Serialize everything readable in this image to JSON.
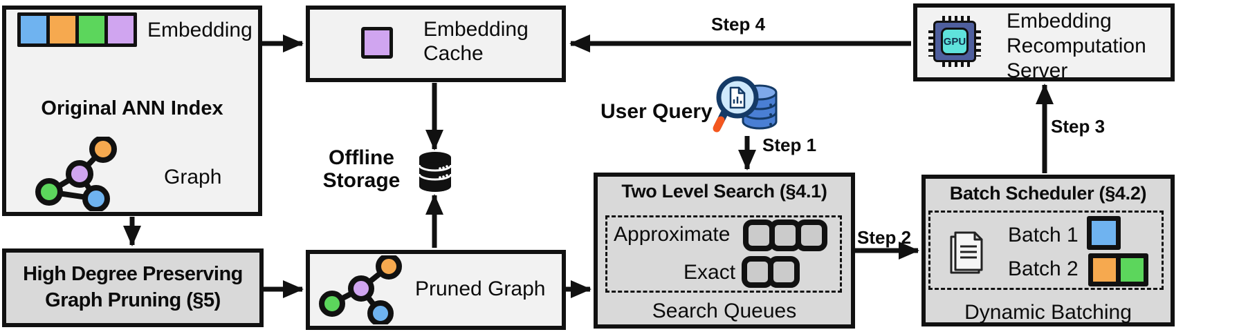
{
  "colors": {
    "box-light": "#f2f2f2",
    "box-dark": "#d9d9d9",
    "slot-fill": "#cbcbcb",
    "node-blue": "#6fb3f0",
    "node-orange": "#f6a94f",
    "node-green": "#5cd65c",
    "node-purple": "#d0a5f0",
    "gpu-body": "#4f5f9e",
    "gpu-core": "#5fe3dc",
    "db-blue": "#4a7fd4",
    "db-blue-light": "#7ea9ea",
    "lens-blue": "#cfe9fb",
    "handle-orange": "#f4571f",
    "line-black": "#111111"
  },
  "boxes": {
    "original_ann_index": {
      "embedding_label": "Embedding",
      "title": "Original ANN Index",
      "graph_label": "Graph"
    },
    "embedding_cache": {
      "label": "Embedding\nCache"
    },
    "offline_storage": {
      "label": "Offline\nStorage"
    },
    "high_degree_pruning": {
      "title": "High Degree Preserving\nGraph Pruning (§5)"
    },
    "pruned_graph": {
      "label": "Pruned Graph"
    },
    "user_query": {
      "label": "User Query"
    },
    "two_level_search": {
      "title": "Two Level Search (§4.1)",
      "approximate_label": "Approximate",
      "exact_label": "Exact",
      "approximate_slots": 3,
      "exact_slots": 2,
      "caption": "Search Queues"
    },
    "batch_scheduler": {
      "title": "Batch Scheduler (§4.2)",
      "batch1_label": "Batch 1",
      "batch2_label": "Batch 2",
      "caption": "Dynamic Batching"
    },
    "recomputation_server": {
      "label": "Embedding\nRecomputation\nServer",
      "chip_label": "GPU"
    }
  },
  "steps": {
    "step1": "Step 1",
    "step2": "Step 2",
    "step3": "Step 3",
    "step4": "Step 4"
  }
}
